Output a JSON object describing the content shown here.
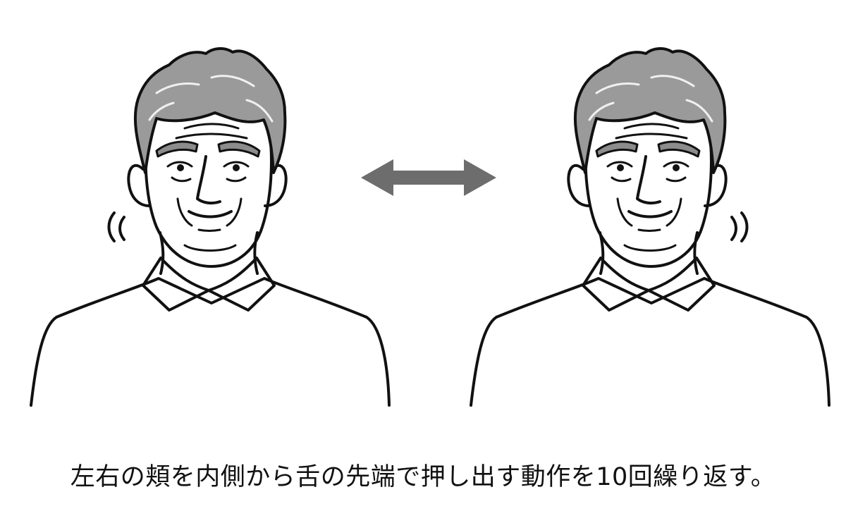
{
  "caption": "左右の頬を内側から舌の先端で押し出す動作を10回繰り返す。",
  "colors": {
    "background": "#ffffff",
    "line": "#111111",
    "hair": "#9a9a9a",
    "brow": "#8c8c8c",
    "arrow": "#6d6d6d"
  },
  "figures": [
    {
      "name": "man-left-cheek-push",
      "cheek_side": "left"
    },
    {
      "name": "man-right-cheek-push",
      "cheek_side": "right"
    }
  ],
  "arrow": {
    "direction": "left-right",
    "icon": "double-arrow-icon"
  }
}
